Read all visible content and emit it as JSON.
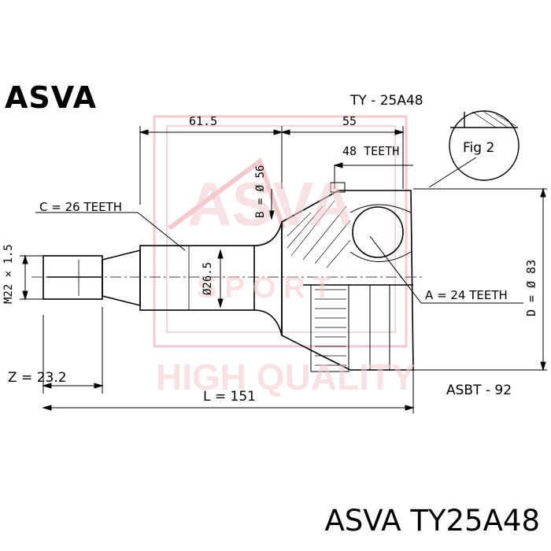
{
  "brand": "ASVA",
  "part_code": "TY - 25A48",
  "caption": "ASVA TY25A48",
  "watermark": {
    "logo": "ASVA",
    "sport": "SPORT",
    "quality": "HIGH QUALITY",
    "color": "#f2c9cc"
  },
  "dimensions": {
    "left_length": "61.5",
    "right_length": "55",
    "outer_teeth": "48 TEETH",
    "diameter_b": "B = Ø 56",
    "shaft_teeth": "C = 26 TEETH",
    "thread": "M22 × 1.5",
    "shaft_diameter": "Ø26.5",
    "inner_teeth": "A = 24 TEETH",
    "diameter_d": "D = Ø 83",
    "z_value": "Z = 23.2",
    "total_length": "L = 151",
    "abs_part": "ASBT - 92"
  },
  "figure_label": "Fig 2",
  "colors": {
    "line": "#000000",
    "watermark": "#f2c9cc"
  }
}
